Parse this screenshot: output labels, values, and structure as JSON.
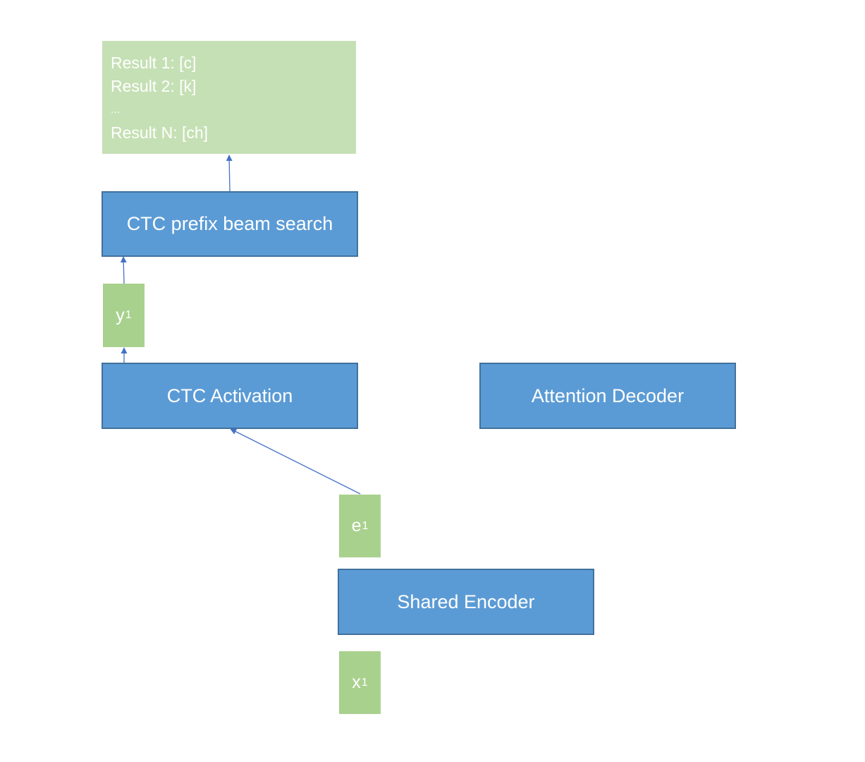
{
  "results_box": {
    "lines": [
      "Result 1: [c]",
      "Result 2: [k]",
      "...",
      "Result N: [ch]"
    ]
  },
  "nodes": {
    "ctc_prefix_beam_search": "CTC prefix beam search",
    "ctc_activation": "CTC Activation",
    "attention_decoder": "Attention Decoder",
    "shared_encoder": "Shared Encoder"
  },
  "tokens": {
    "y": {
      "base": "y",
      "sub": "1"
    },
    "e": {
      "base": "e",
      "sub": "1"
    },
    "x": {
      "base": "x",
      "sub": "1"
    }
  },
  "colors": {
    "block_fill": "#5b9bd5",
    "block_border": "#41719c",
    "token_fill": "#a9d18e",
    "result_fill": "#c5e0b4",
    "arrow": "#4472c4"
  }
}
